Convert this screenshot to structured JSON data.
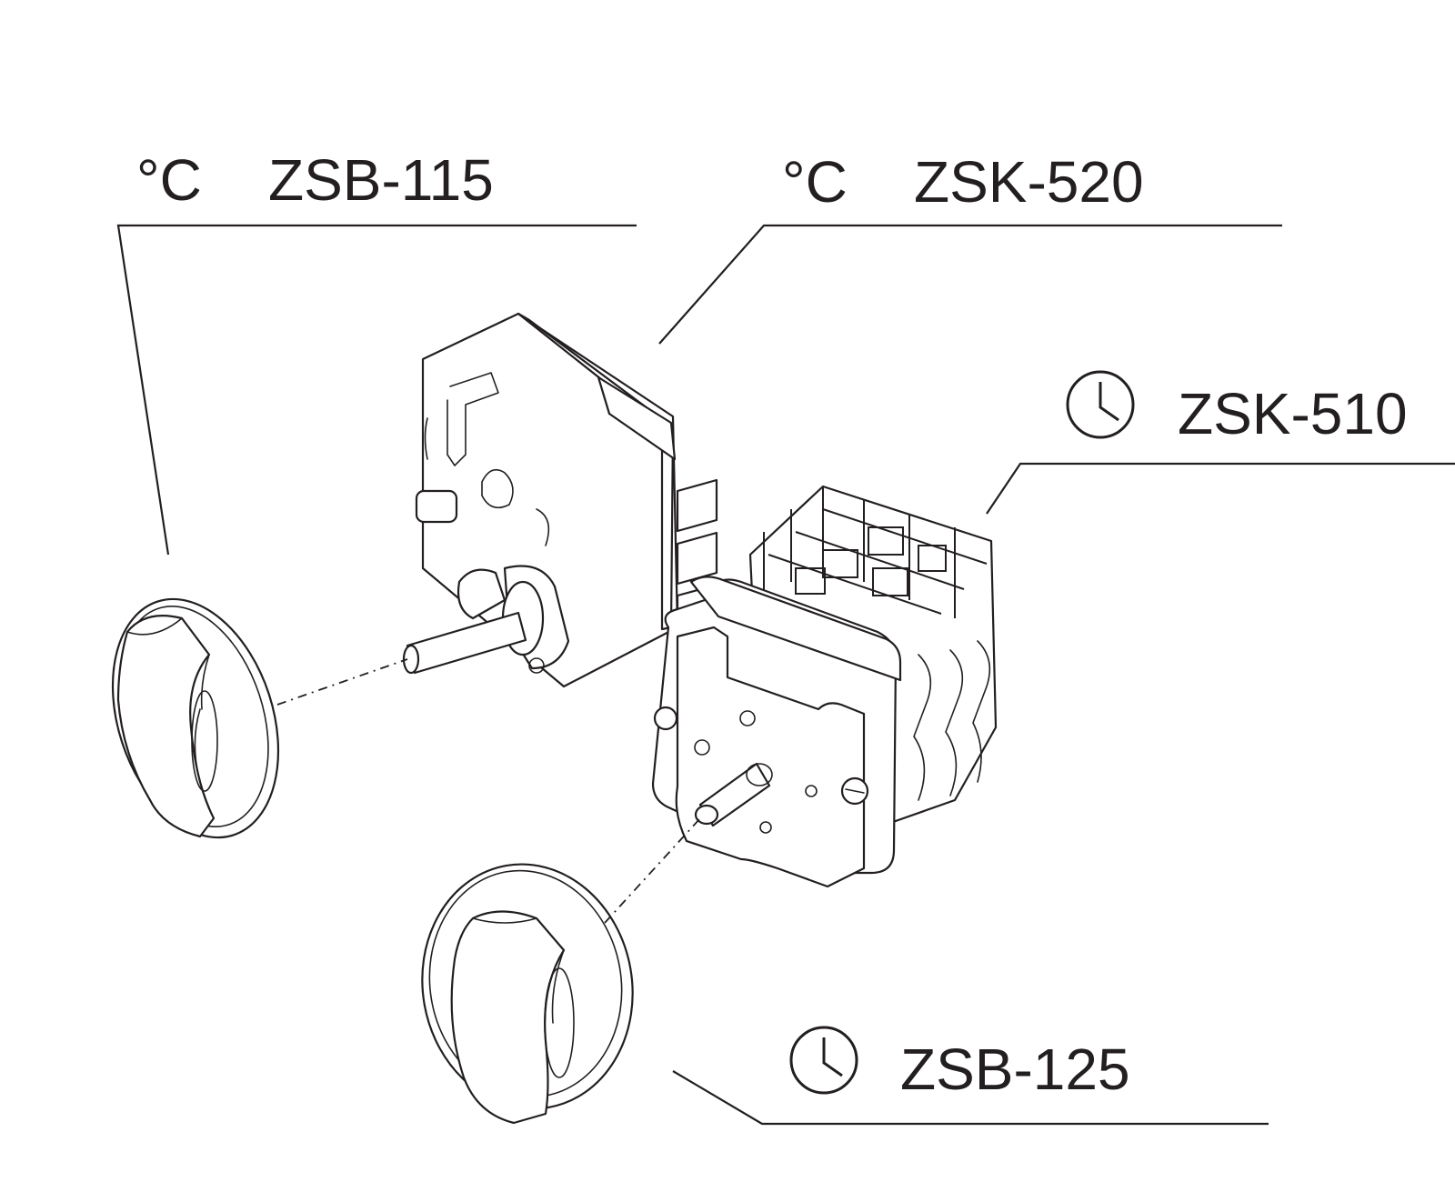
{
  "labels": {
    "zsb115": {
      "symbol": "°C",
      "code": "ZSB-115",
      "symbol_icon": "thermometer-degree-symbol"
    },
    "zsk520": {
      "symbol": "°C",
      "code": "ZSK-520",
      "symbol_icon": "thermometer-degree-symbol"
    },
    "zsk510": {
      "code": "ZSK-510",
      "symbol_icon": "clock-icon"
    },
    "zsb125": {
      "code": "ZSB-125",
      "symbol_icon": "clock-icon"
    }
  },
  "colors": {
    "ink": "#231f20",
    "background": "#ffffff"
  }
}
